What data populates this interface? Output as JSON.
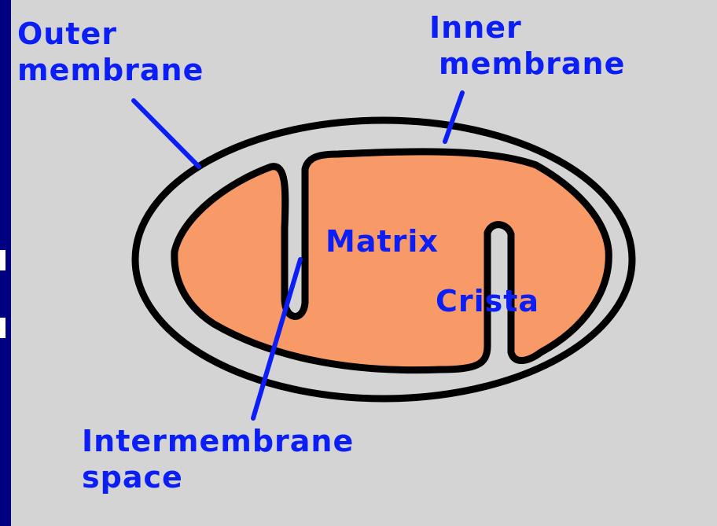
{
  "title": "",
  "labels": {
    "outer_membrane": {
      "line1": "Outer",
      "line2": "membrane"
    },
    "inner_membrane": {
      "line1": "Inner",
      "line2": "membrane"
    },
    "matrix": "Matrix",
    "crista": "Crista",
    "intermembrane_space": {
      "line1": "Intermembrane",
      "line2": "space"
    }
  },
  "colors": {
    "background": "#000080",
    "panel": "#d4d4d4",
    "matrix_fill": "#f89a68",
    "membrane_stroke": "#000000",
    "label_text": "#0a1ef5",
    "leader_line": "#0a1ef5"
  }
}
